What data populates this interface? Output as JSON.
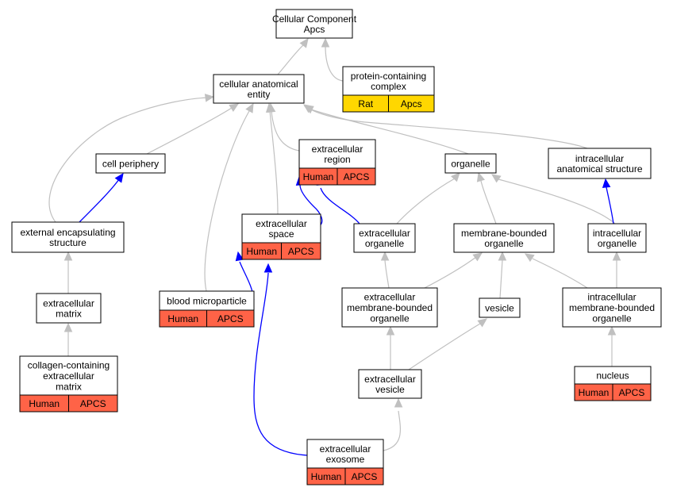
{
  "colors": {
    "human": "#ff6347",
    "rat": "#ffd700",
    "grey_edge": "#c0c0c0",
    "blue_edge": "#0000ff"
  },
  "nodes": {
    "root": {
      "lines": [
        "Cellular Component",
        "Apcs"
      ]
    },
    "pcc": {
      "lines": [
        "protein-containing",
        "complex"
      ],
      "annotations": [
        "Rat",
        "Apcs"
      ],
      "species": "rat"
    },
    "cae": {
      "lines": [
        "cellular anatomical",
        "entity"
      ]
    },
    "cell_periphery": {
      "lines": [
        "cell periphery"
      ]
    },
    "ext_region": {
      "lines": [
        "extracellular",
        "region"
      ],
      "annotations": [
        "Human",
        "APCS"
      ],
      "species": "human"
    },
    "organelle": {
      "lines": [
        "organelle"
      ]
    },
    "ias": {
      "lines": [
        "intracellular",
        "anatomical structure"
      ]
    },
    "ees": {
      "lines": [
        "external encapsulating",
        "structure"
      ]
    },
    "ext_space": {
      "lines": [
        "extracellular",
        "space"
      ],
      "annotations": [
        "Human",
        "APCS"
      ],
      "species": "human"
    },
    "ext_organelle": {
      "lines": [
        "extracellular",
        "organelle"
      ]
    },
    "mbo": {
      "lines": [
        "membrane-bounded",
        "organelle"
      ]
    },
    "intra_organelle": {
      "lines": [
        "intracellular",
        "organelle"
      ]
    },
    "ecm": {
      "lines": [
        "extracellular",
        "matrix"
      ]
    },
    "blood_mp": {
      "lines": [
        "blood microparticle"
      ],
      "annotations": [
        "Human",
        "APCS"
      ],
      "species": "human"
    },
    "ext_mbo": {
      "lines": [
        "extracellular",
        "membrane-bounded",
        "organelle"
      ]
    },
    "vesicle": {
      "lines": [
        "vesicle"
      ]
    },
    "intra_mbo": {
      "lines": [
        "intracellular",
        "membrane-bounded",
        "organelle"
      ]
    },
    "collagen": {
      "lines": [
        "collagen-containing",
        "extracellular",
        "matrix"
      ],
      "annotations": [
        "Human",
        "APCS"
      ],
      "species": "human"
    },
    "ext_vesicle": {
      "lines": [
        "extracellular",
        "vesicle"
      ]
    },
    "nucleus": {
      "lines": [
        "nucleus"
      ],
      "annotations": [
        "Human",
        "APCS"
      ],
      "species": "human"
    },
    "exosome": {
      "lines": [
        "extracellular",
        "exosome"
      ],
      "annotations": [
        "Human",
        "APCS"
      ],
      "species": "human"
    }
  },
  "edges": [
    {
      "from": "cae",
      "to": "root",
      "type": "grey"
    },
    {
      "from": "pcc",
      "to": "root",
      "type": "grey"
    },
    {
      "from": "cell_periphery",
      "to": "cae",
      "type": "grey"
    },
    {
      "from": "ext_region",
      "to": "cae",
      "type": "grey"
    },
    {
      "from": "organelle",
      "to": "cae",
      "type": "grey"
    },
    {
      "from": "ias",
      "to": "cae",
      "type": "grey"
    },
    {
      "from": "ees",
      "to": "cae",
      "type": "grey"
    },
    {
      "from": "ees",
      "to": "cell_periphery",
      "type": "blue"
    },
    {
      "from": "ext_space",
      "to": "cae",
      "type": "grey"
    },
    {
      "from": "blood_mp",
      "to": "cae",
      "type": "grey"
    },
    {
      "from": "ext_space",
      "to": "ext_region",
      "type": "blue"
    },
    {
      "from": "ext_organelle",
      "to": "ext_region",
      "type": "blue"
    },
    {
      "from": "ext_organelle",
      "to": "organelle",
      "type": "grey"
    },
    {
      "from": "mbo",
      "to": "organelle",
      "type": "grey"
    },
    {
      "from": "intra_organelle",
      "to": "organelle",
      "type": "grey"
    },
    {
      "from": "intra_organelle",
      "to": "ias",
      "type": "blue"
    },
    {
      "from": "ecm",
      "to": "ees",
      "type": "grey"
    },
    {
      "from": "collagen",
      "to": "ecm",
      "type": "grey"
    },
    {
      "from": "ext_mbo",
      "to": "ext_organelle",
      "type": "grey"
    },
    {
      "from": "ext_mbo",
      "to": "mbo",
      "type": "grey"
    },
    {
      "from": "vesicle",
      "to": "mbo",
      "type": "grey"
    },
    {
      "from": "intra_mbo",
      "to": "mbo",
      "type": "grey"
    },
    {
      "from": "intra_mbo",
      "to": "intra_organelle",
      "type": "grey"
    },
    {
      "from": "ext_vesicle",
      "to": "ext_mbo",
      "type": "grey"
    },
    {
      "from": "ext_vesicle",
      "to": "vesicle",
      "type": "grey"
    },
    {
      "from": "nucleus",
      "to": "intra_mbo",
      "type": "grey"
    },
    {
      "from": "exosome",
      "to": "ext_vesicle",
      "type": "grey"
    },
    {
      "from": "exosome",
      "to": "ext_space",
      "type": "blue"
    },
    {
      "from": "blood_mp",
      "to": "ext_space",
      "type": "blue"
    }
  ]
}
